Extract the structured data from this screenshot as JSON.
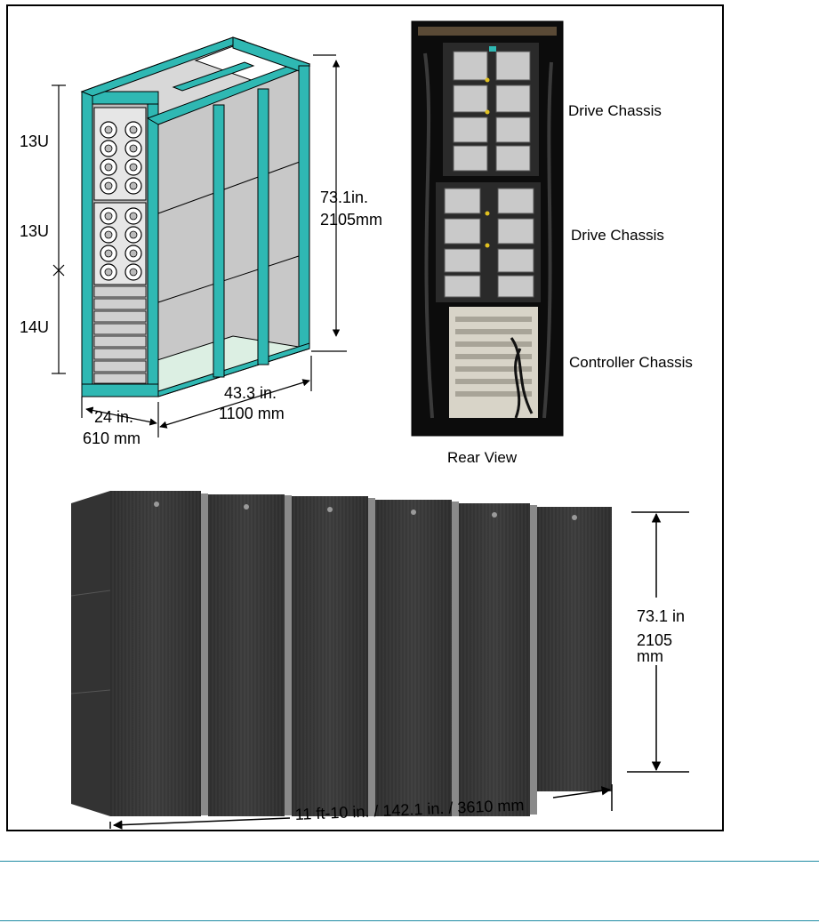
{
  "rack_diagram": {
    "u_labels": [
      "13U",
      "13U",
      "14U"
    ],
    "height_in": "73.1in.",
    "height_mm": "2105mm",
    "depth_in": "43.3 in.",
    "depth_mm": "1100 mm",
    "width_in": "24 in.",
    "width_mm": "610 mm",
    "frame_color": "#2fb8b3"
  },
  "rear_view": {
    "caption": "Rear View",
    "labels": [
      "Drive Chassis",
      "Drive Chassis",
      "Controller Chassis"
    ]
  },
  "cabinet_photo": {
    "height_in": "73.1 in",
    "height_mm_value": "2105",
    "height_mm_unit": "mm",
    "width_label": "11 ft-10 in. / 142.1 in. / 3610 mm"
  }
}
